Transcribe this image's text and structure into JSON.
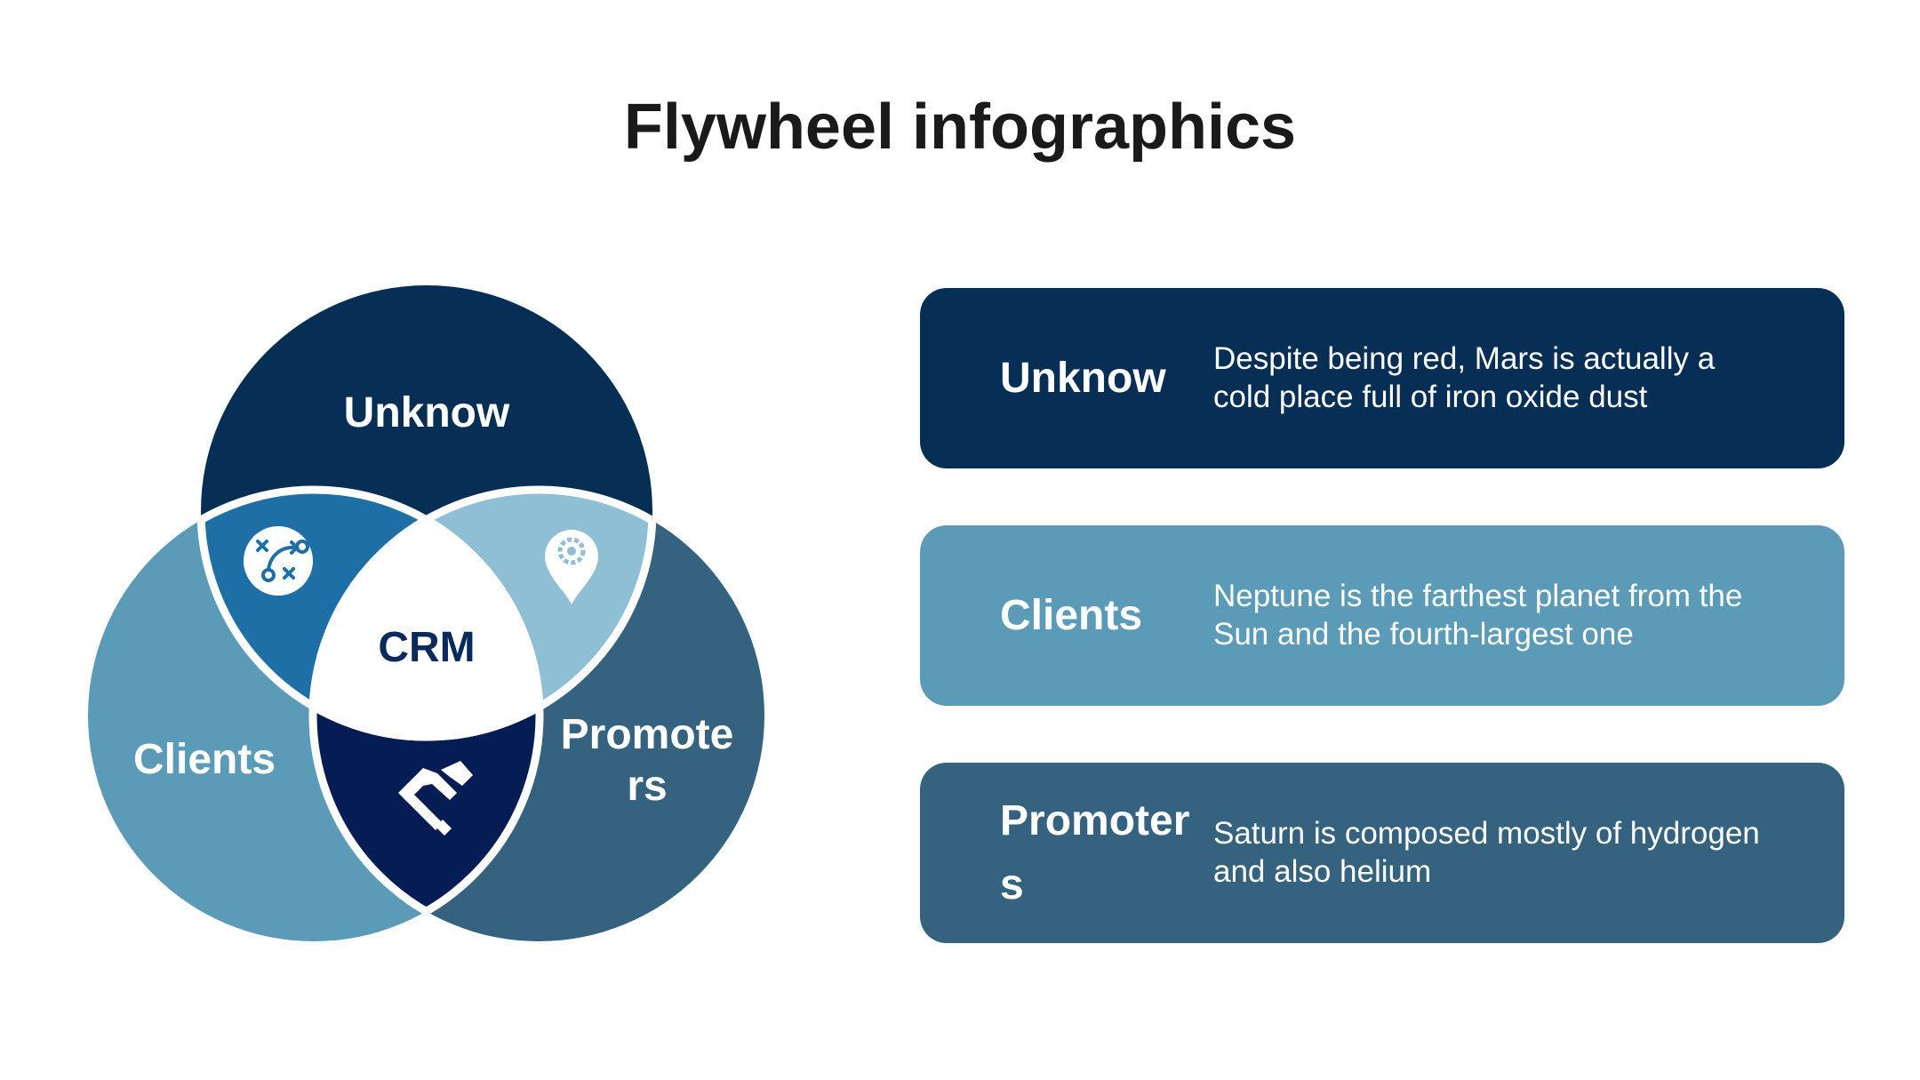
{
  "title": "Flywheel infographics",
  "colors": {
    "unknow": "#072f56",
    "clients": "#5b9bb7",
    "promoters": "#34627f",
    "unknow_clients": "#1d6fa6",
    "unknow_promoters": "#8ebfd5",
    "clients_promoters": "#051d54",
    "center_text": "#0b2a5c"
  },
  "venn": {
    "top": {
      "label": "Unknow"
    },
    "left": {
      "label": "Clients"
    },
    "right": {
      "label_line1": "Promote",
      "label_line2": "rs"
    },
    "center": {
      "label": "CRM"
    },
    "icons": [
      "strategy-icon",
      "gear-location-icon",
      "handshake-icon"
    ]
  },
  "cards": [
    {
      "name": "Unknow",
      "line1": "Despite being red, Mars is actually a",
      "line2": "cold place full of iron oxide dust"
    },
    {
      "name": "Clients",
      "line1": "Neptune is the farthest planet from the",
      "line2": "Sun and the fourth-largest one"
    },
    {
      "name": "Promoters",
      "line1": "Saturn is composed mostly of hydrogen",
      "line2": "and also helium"
    }
  ]
}
